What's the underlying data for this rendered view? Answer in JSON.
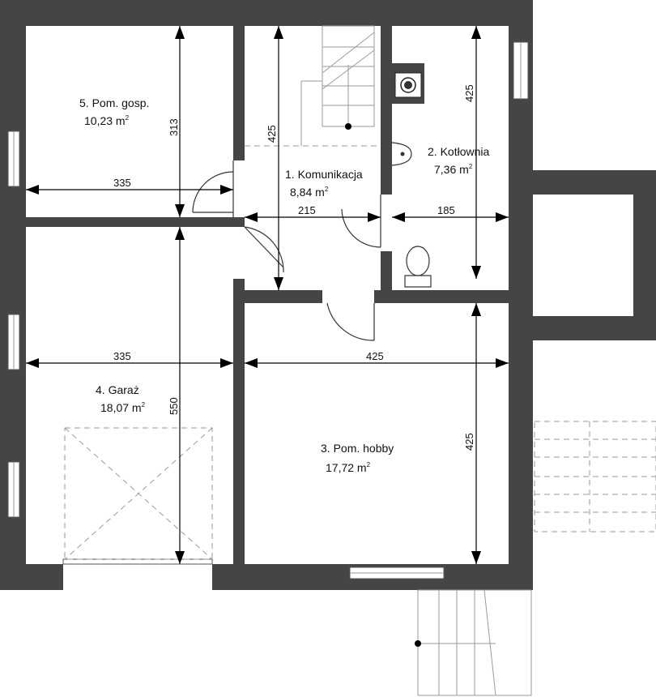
{
  "rooms": [
    {
      "name": "1. Komunikacja",
      "area": "8,84 m",
      "unit_sup": "2"
    },
    {
      "name": "2. Kotłownia",
      "area": "7,36 m",
      "unit_sup": "2"
    },
    {
      "name": "3. Pom. hobby",
      "area": "17,72 m",
      "unit_sup": "2"
    },
    {
      "name": "4. Garaż",
      "area": "18,07 m",
      "unit_sup": "2"
    },
    {
      "name": "5. Pom. gosp.",
      "area": "10,23 m",
      "unit_sup": "2"
    }
  ],
  "dimensions": {
    "gosp_width": "335",
    "gosp_height": "313",
    "komunikacja_height": "425",
    "komunikacja_width": "215",
    "kotlownia_height": "425",
    "kotlownia_width": "185",
    "garaz_width": "335",
    "garaz_height": "550",
    "hobby_width": "425",
    "hobby_height": "425"
  },
  "colors": {
    "wall": "#454545",
    "line": "#9a9a9a"
  }
}
